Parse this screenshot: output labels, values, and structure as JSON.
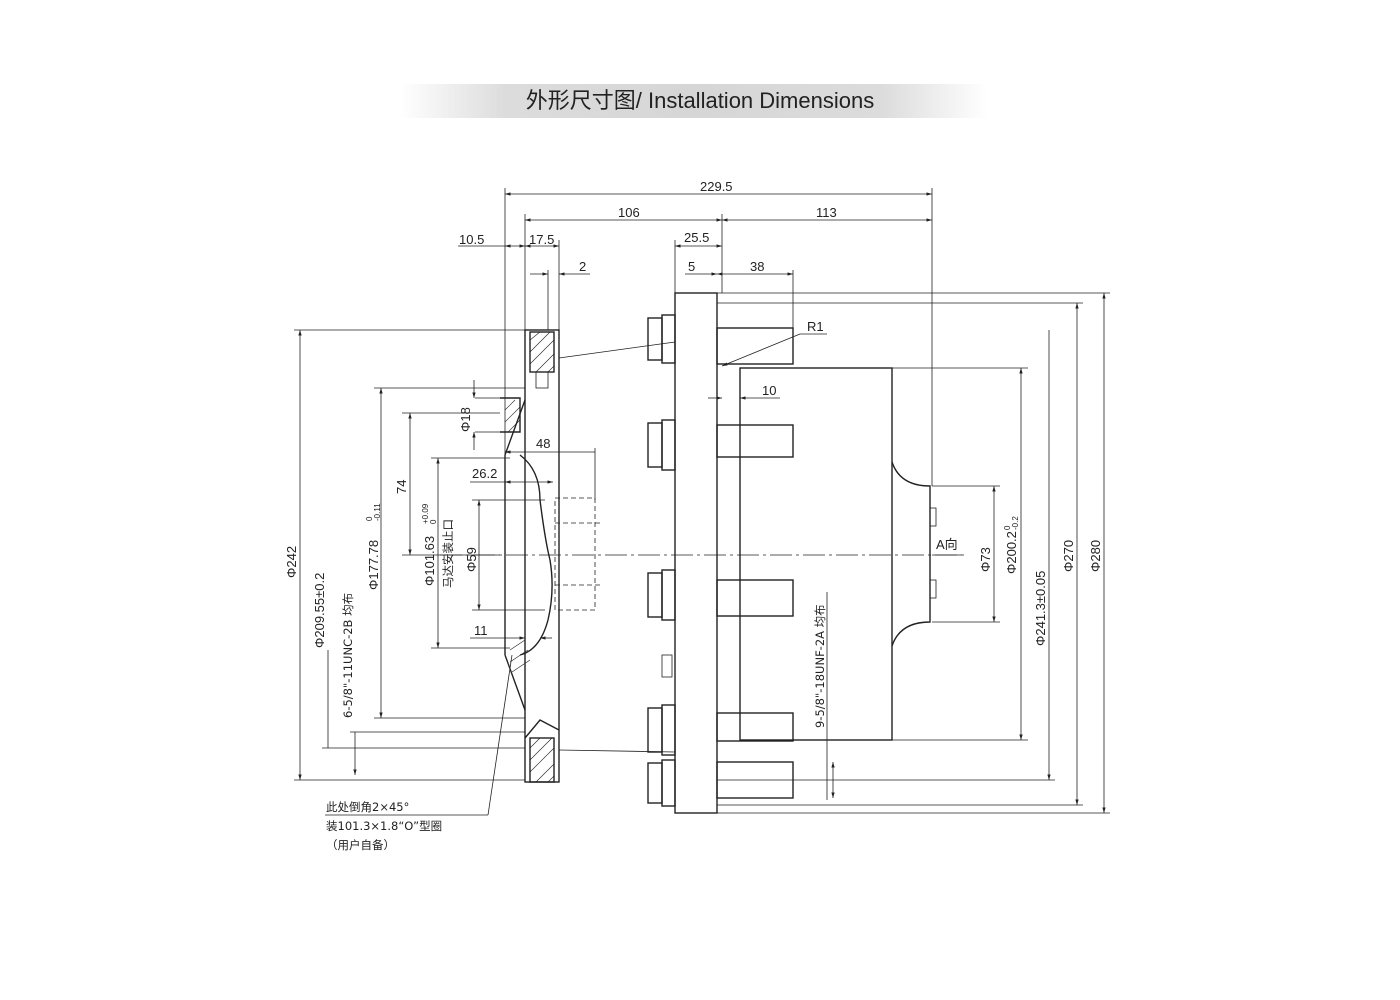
{
  "title": "外形尺寸图/ Installation Dimensions",
  "dimensions": {
    "overall_length": "229.5",
    "length_106": "106",
    "length_113": "113",
    "flange_10_5": "10.5",
    "flange_17_5": "17.5",
    "gap_2": "2",
    "plate_25_5": "25.5",
    "plate_5": "5",
    "stud_38": "38",
    "radius_r1": "R1",
    "step_10": "10",
    "bore_48": "48",
    "bore_26_2": "26.2",
    "bore_11": "11",
    "phi_18": "Φ18",
    "len_74": "74",
    "phi_242": "Φ242",
    "phi_209_55": "Φ209.55±0.2",
    "thread_6_5_8": "6-5/8\"-11UNC-2B 均布",
    "phi_177_78": "Φ177.78",
    "phi_177_78_tol_upper": "0",
    "phi_177_78_tol_lower": "-0.11",
    "phi_101_63": "Φ101.63",
    "phi_101_63_tol_upper": "+0.09",
    "phi_101_63_tol_lower": "0",
    "motor_spigot": "马达安装止口",
    "phi_59": "Φ59",
    "thread_9_5_8": "9-5/8\"-18UNF-2A 均布",
    "view_a": "A向",
    "phi_73": "Φ73",
    "phi_200_2": "Φ200.2",
    "phi_200_2_tol_upper": "0",
    "phi_200_2_tol_lower": "-0.2",
    "phi_241_3": "Φ241.3±0.05",
    "phi_270": "Φ270",
    "phi_280": "Φ280"
  },
  "notes": {
    "line1": "此处倒角2×45°",
    "line2": "装101.3×1.8“O”型圈",
    "line3": "（用户自备）"
  }
}
